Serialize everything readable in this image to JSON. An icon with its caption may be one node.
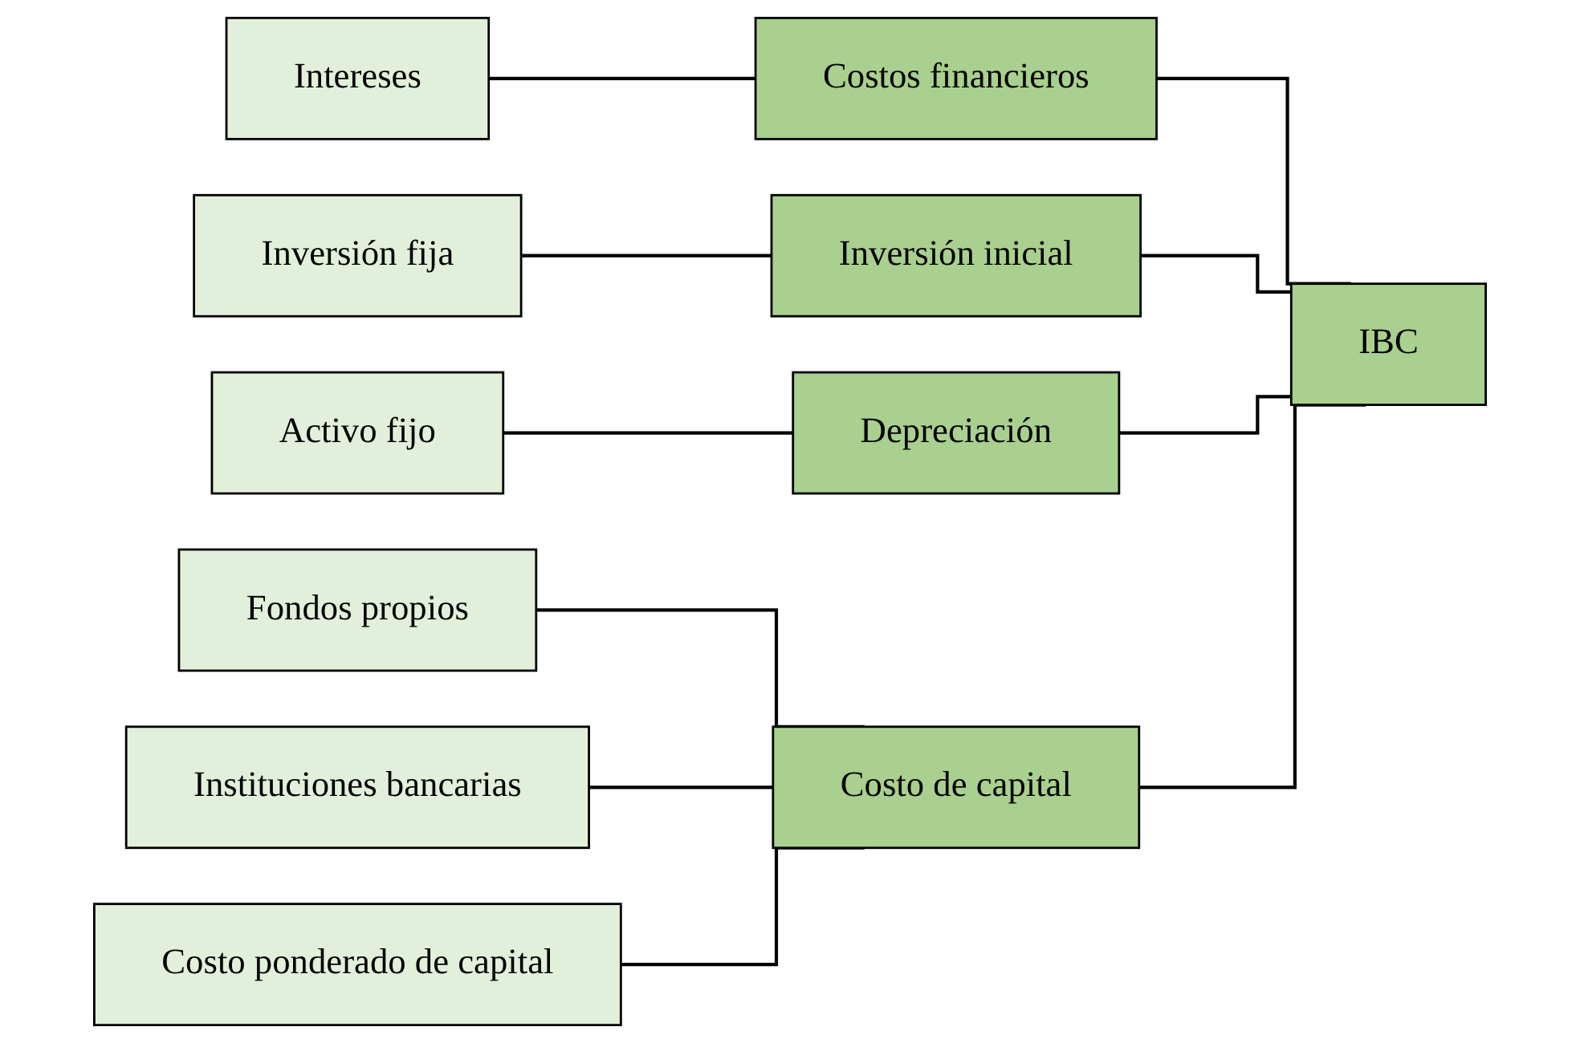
{
  "diagram": {
    "nodes": [
      {
        "text": [
          "Intereses"
        ]
      },
      {
        "text": [
          "Costos financieros"
        ]
      },
      {
        "text": [
          "Inversión fija"
        ]
      },
      {
        "text": [
          "Inversión inicial"
        ]
      },
      {
        "text": [
          "Activo fijo"
        ]
      },
      {
        "text": [
          "Depreciación"
        ]
      },
      {
        "text": [
          "Fondos propios"
        ]
      },
      {
        "text": [
          "Instituciones bancarias"
        ]
      },
      {
        "text": [
          "Costo ponderado de capital"
        ]
      },
      {
        "text": [
          "Costo de capital"
        ]
      },
      {
        "text": [
          "IBC"
        ]
      }
    ],
    "edges": [
      {
        "from": 0,
        "to": 1,
        "arrow": "none"
      },
      {
        "from": 2,
        "to": 3,
        "arrow": "none"
      },
      {
        "from": 4,
        "to": 5,
        "arrow": "none"
      },
      {
        "from": 6,
        "to": 9,
        "arrow": "none"
      },
      {
        "from": 7,
        "to": 9,
        "arrow": "none"
      },
      {
        "from": 8,
        "to": 9,
        "arrow": "none"
      },
      {
        "from": 1,
        "to": 10,
        "arrow": "none"
      },
      {
        "from": 3,
        "to": 10,
        "arrow": "none"
      },
      {
        "from": 5,
        "to": 10,
        "arrow": "none"
      },
      {
        "from": 9,
        "to": 10,
        "arrow": "none"
      }
    ]
  }
}
